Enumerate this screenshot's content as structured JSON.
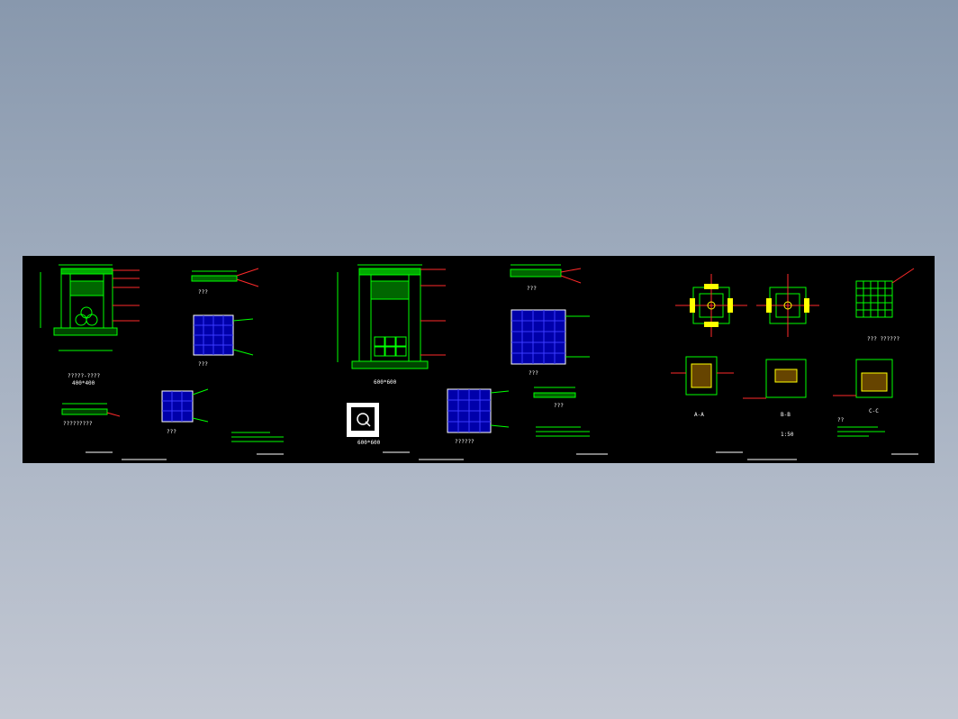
{
  "viewer": {
    "background_top": "#8898ad",
    "background_bottom": "#c3c8d3",
    "sheet_color": "#000000"
  },
  "colors": {
    "line": "#00ff00",
    "grating": "#0000ff",
    "red": "#ff2a2a",
    "white": "#ffffff",
    "yellow": "#ffff00",
    "cyan": "#00ffff"
  },
  "labels": {
    "d1_caption": "400*400",
    "d1_subcaption": "?????-????",
    "d2_caption": "???",
    "d3_caption": "???",
    "d4_caption": "???",
    "d5_caption": "?????????",
    "d6_caption": "600*600",
    "d7_caption": "600*600",
    "d8_caption": "???",
    "d9_caption": "???",
    "d10_caption": "??????",
    "d11_caption": "???",
    "d12_caption": "??? ??????",
    "sec_a": "A-A",
    "sec_b": "B-B",
    "sec_c": "C-C",
    "scale": "1:50",
    "notes_head": "??"
  }
}
